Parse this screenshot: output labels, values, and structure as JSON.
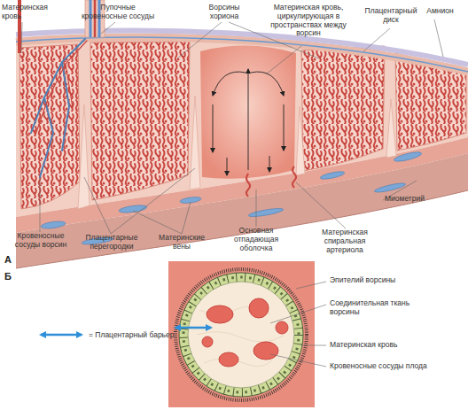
{
  "diagram": {
    "labels": [
      "Материнская кровь",
      "Пупочные кровеносные сосуды",
      "Ворсины хориона",
      "Материнская кровь, циркулирующая в пространствах между ворсин",
      "Плацентарный диск",
      "Амнион",
      "Миометрий",
      "Материнская спиральная артериола",
      "Основная отпадающая оболочка",
      "Материнские вены",
      "Плацентарные перегородки",
      "Кровеносные сосуды ворсин",
      "А",
      "Б",
      "Эпителий ворсины",
      "Соединительная ткань ворсины",
      "Материнская кровь",
      "Кровеносные сосуды плода"
    ],
    "legend": [
      {
        "text": "= Плацентарный барьер"
      }
    ]
  }
}
